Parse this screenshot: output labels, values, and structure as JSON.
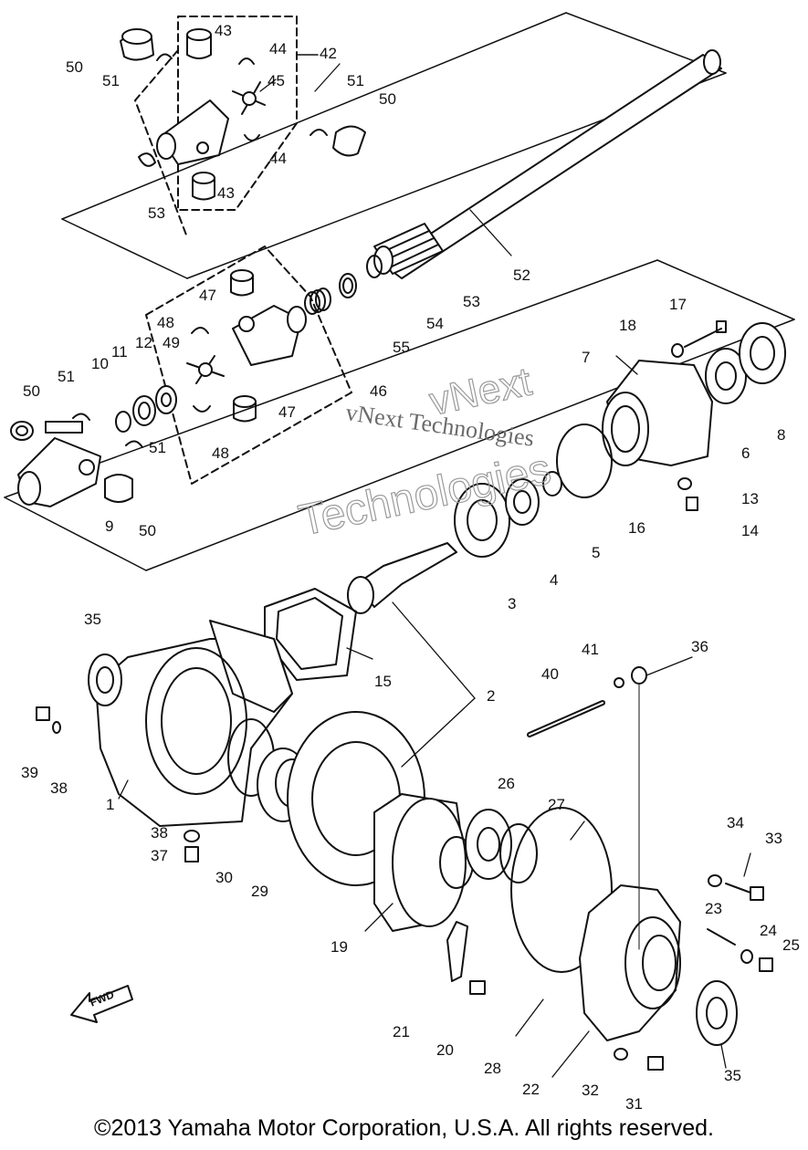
{
  "copyright": "©2013 Yamaha Motor Corporation, U.S.A. All rights reserved.",
  "watermark": {
    "line1": "vNext",
    "line2": "vNext Technologies",
    "line3": "Technologies"
  },
  "fwd_label": "FWD",
  "part_numbers": [
    "1",
    "2",
    "3",
    "4",
    "5",
    "6",
    "7",
    "8",
    "9",
    "10",
    "11",
    "12",
    "13",
    "14",
    "15",
    "16",
    "17",
    "18",
    "19",
    "20",
    "21",
    "22",
    "23",
    "24",
    "25",
    "26",
    "27",
    "28",
    "29",
    "30",
    "31",
    "32",
    "33",
    "34",
    "35",
    "36",
    "37",
    "38",
    "39",
    "40",
    "41",
    "42",
    "43",
    "44",
    "45",
    "46",
    "47",
    "48",
    "49",
    "50",
    "51",
    "52",
    "53",
    "54",
    "55"
  ]
}
